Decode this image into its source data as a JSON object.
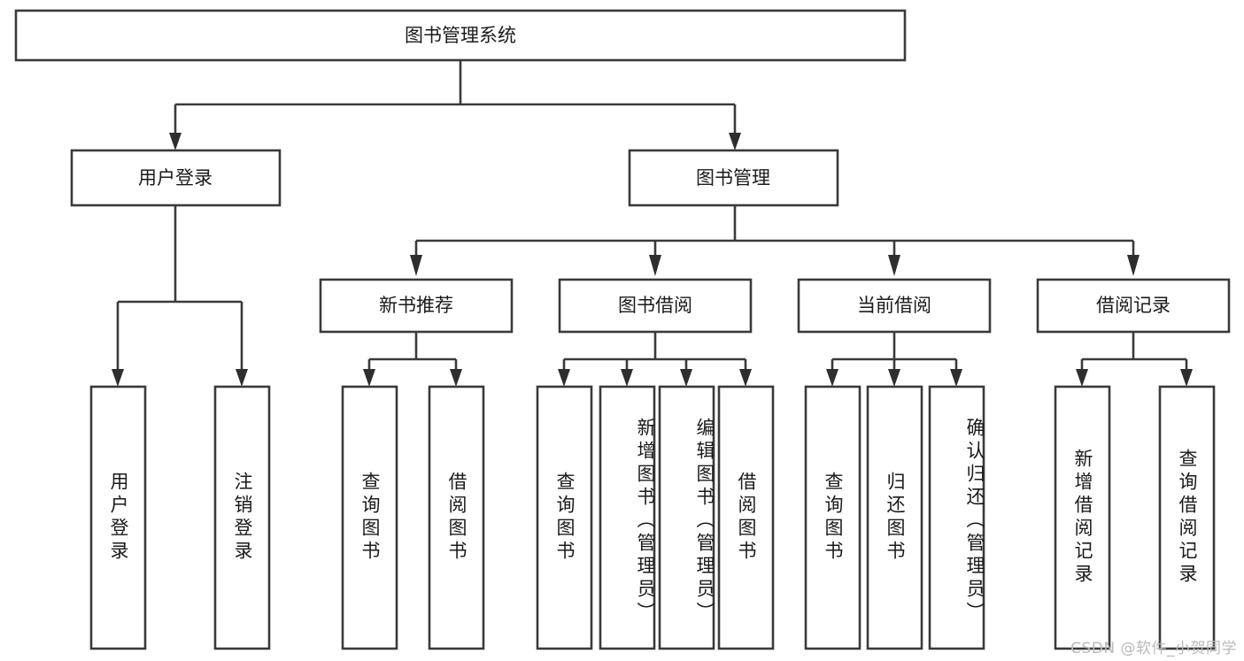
{
  "diagram": {
    "title": "图书管理系统",
    "type": "tree-hierarchy-chart",
    "root": {
      "label": "图书管理系统"
    },
    "level2": [
      {
        "label": "用户登录"
      },
      {
        "label": "图书管理"
      }
    ],
    "level3": [
      {
        "label": "新书推荐"
      },
      {
        "label": "图书借阅"
      },
      {
        "label": "当前借阅"
      },
      {
        "label": "借阅记录"
      }
    ],
    "leaves": {
      "user_login": [
        {
          "label": "用户登录"
        },
        {
          "label": "注销登录"
        }
      ],
      "new_book_recommend": [
        {
          "label": "查询图书"
        },
        {
          "label": "借阅图书"
        }
      ],
      "book_borrow": [
        {
          "label": "查询图书"
        },
        {
          "label": "新增图书（管理员）"
        },
        {
          "label": "编辑图书（管理员）"
        },
        {
          "label": "借阅图书"
        }
      ],
      "current_borrow": [
        {
          "label": "查询图书"
        },
        {
          "label": "归还图书"
        },
        {
          "label": "确认归还（管理员）"
        }
      ],
      "borrow_record": [
        {
          "label": "新增借阅记录"
        },
        {
          "label": "查询借阅记录"
        }
      ]
    }
  },
  "watermark": {
    "text": "CSDN @软件_小贺同学"
  },
  "colors": {
    "box_stroke": "#3a3a3a",
    "connector": "#3a3a3a",
    "text": "#1a1a1a",
    "background": "#ffffff",
    "watermark": "#b9b9b9"
  }
}
